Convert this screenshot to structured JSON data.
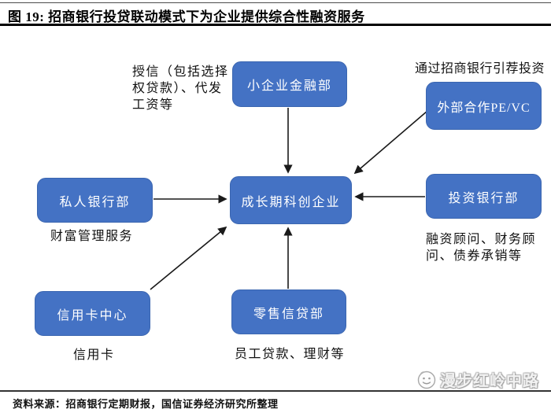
{
  "title": "图 19:  招商银行投贷联动模式下为企业提供综合性融资服务",
  "diagram": {
    "center": {
      "label": "成长期科创企业"
    },
    "nodes": [
      {
        "id": "smb-finance",
        "label": "小企业金融部",
        "note": "授信（包括选择权贷款）、代发工资等"
      },
      {
        "id": "external-pevc",
        "label": "外部合作PE/VC",
        "note": "通过招商银行引荐投资"
      },
      {
        "id": "private-banking",
        "label": "私人银行部",
        "note": "财富管理服务"
      },
      {
        "id": "investment-banking",
        "label": "投资银行部",
        "note": "融资顾问、财务顾问、债券承销等"
      },
      {
        "id": "credit-card-center",
        "label": "信用卡中心",
        "note": "信用卡"
      },
      {
        "id": "retail-credit",
        "label": "零售信贷部",
        "note": "员工贷款、理财等"
      }
    ]
  },
  "footer": {
    "source": "资料来源：招商银行定期财报，国信证券经济研究所整理",
    "watermark": "漫步红岭中路"
  },
  "colors": {
    "node_fill": "#4472C4",
    "node_text": "#FFFFFF",
    "arrow": "#1A1A1A"
  }
}
